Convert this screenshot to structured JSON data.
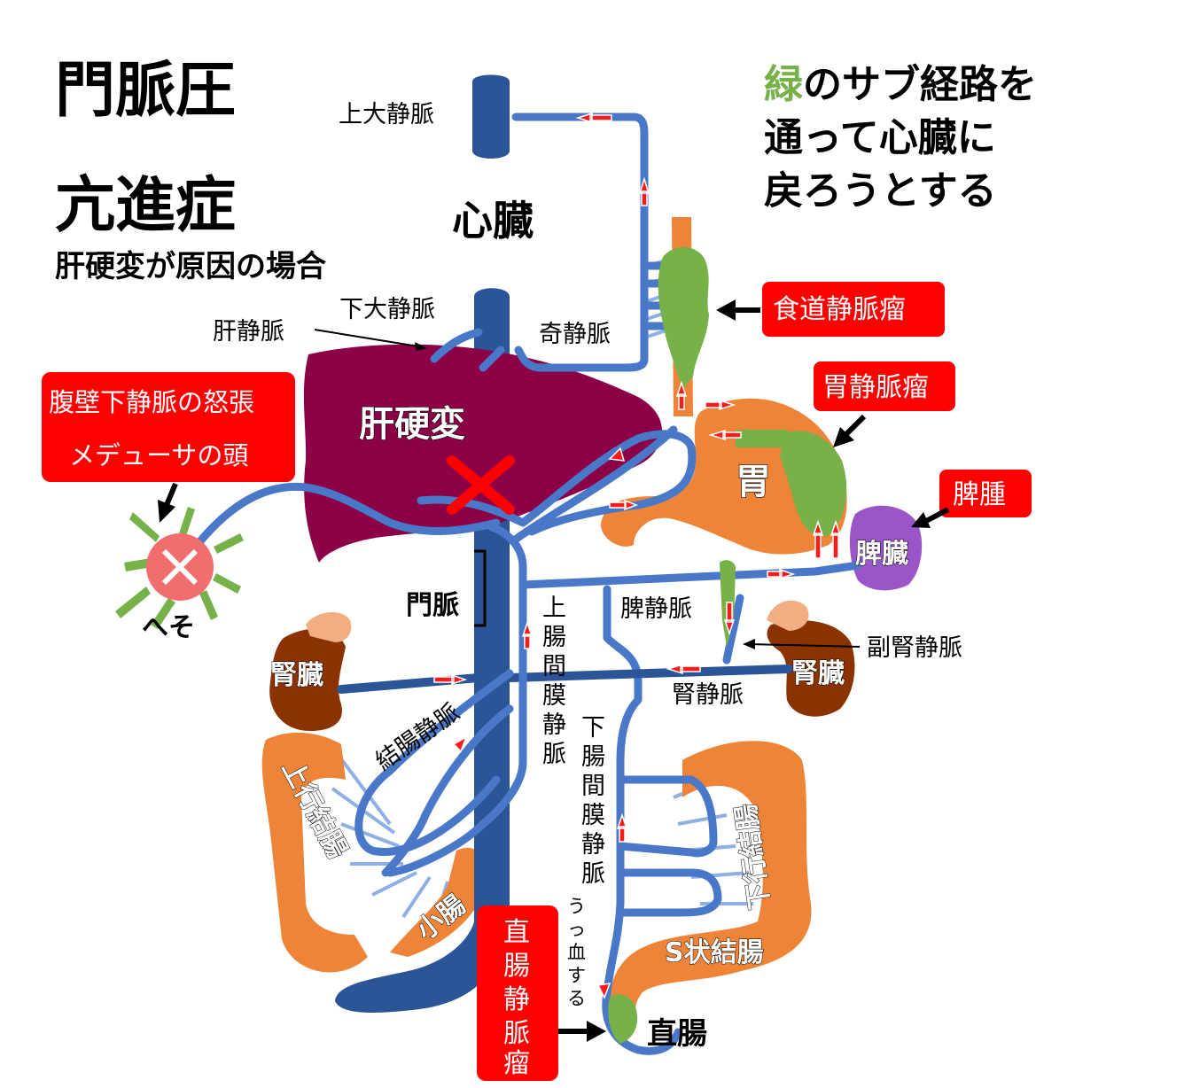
{
  "title": {
    "line1": "門脈圧",
    "line2": "亢進症",
    "subtitle": "肝硬変が原因の場合"
  },
  "note": {
    "green_word": "緑",
    "line1_rest": "のサブ経路を",
    "line2": "通って心臓に",
    "line3": "戻ろうとする"
  },
  "organs": {
    "heart": "心臓",
    "liver": "肝硬変",
    "stomach": "胃",
    "spleen": "脾臓",
    "kidney_left": "腎臓",
    "kidney_right": "腎臓",
    "ascending_colon": "上行結腸",
    "descending_colon": "下行結腸",
    "small_intestine": "小腸",
    "sigmoid_colon": "S状結腸",
    "rectum": "直腸",
    "navel": "へそ"
  },
  "vessels": {
    "svc": "上大静脈",
    "ivc": "下大静脈",
    "hepatic_vein": "肝静脈",
    "azygos": "奇静脈",
    "portal_vein": "門脈",
    "splenic_vein": "脾静脈",
    "adrenal_vein": "副腎静脈",
    "renal_vein": "腎静脈",
    "colic_vein": "結腸静脈",
    "smv": "上腸間膜静脈",
    "imv": "下腸間膜静脈",
    "congestion": "うっ血する"
  },
  "callouts": {
    "esophageal": "食道静脈瘤",
    "gastric": "胃静脈瘤",
    "splenomegaly": "脾腫",
    "medusa_line1": "腹壁下静脈の怒張",
    "medusa_line2": "メデューサの頭",
    "rectal": "直腸静脈瘤"
  },
  "colors": {
    "vein": "#4a78c8",
    "cava": "#2b5597",
    "liver": "#8b0046",
    "gi": "#ee8437",
    "spleen": "#9a55c8",
    "kidney": "#8a3300",
    "collateral": "#77b14a",
    "callout": "#ff0000",
    "flow_arrow": "#ff1a1a"
  }
}
